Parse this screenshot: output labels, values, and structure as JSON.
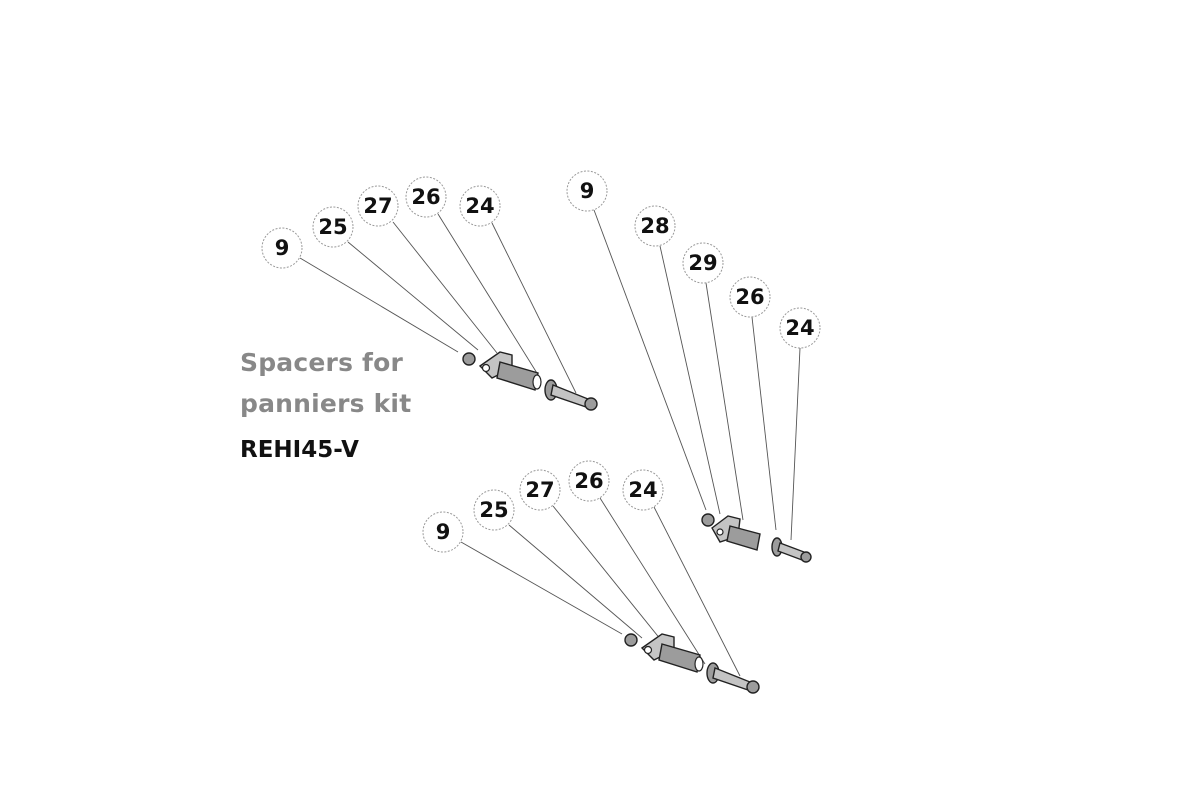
{
  "caption": {
    "line1": "Spacers for",
    "line2": "panniers kit",
    "code": "REHI45-V"
  },
  "assemblies": [
    {
      "name": "upper-left",
      "labels": [
        "9",
        "25",
        "27",
        "26",
        "24"
      ]
    },
    {
      "name": "right",
      "labels": [
        "9",
        "28",
        "29",
        "26",
        "24"
      ]
    },
    {
      "name": "lower",
      "labels": [
        "9",
        "25",
        "27",
        "26",
        "24"
      ]
    }
  ]
}
